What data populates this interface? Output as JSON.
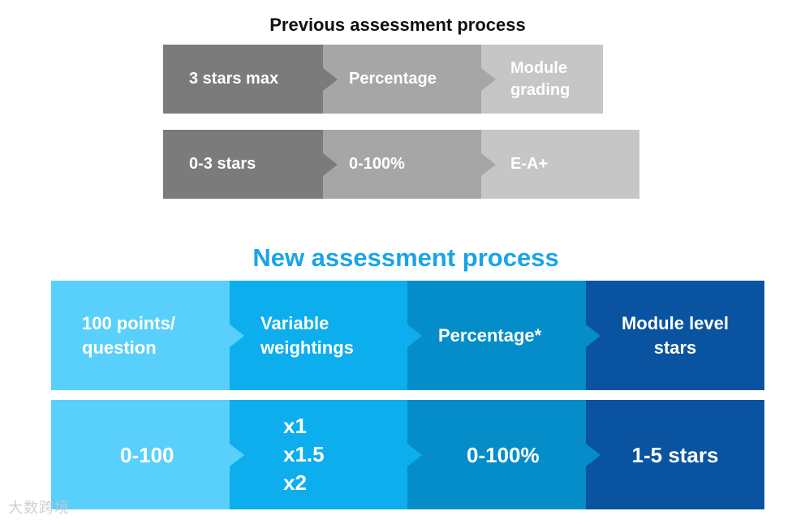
{
  "previous": {
    "title": "Previous assessment process",
    "headers": [
      "3 stars max",
      "Percentage",
      "Module grading"
    ],
    "values": [
      "0-3 stars",
      "0-100%",
      "E-A+"
    ]
  },
  "new": {
    "title": "New assessment process",
    "headers": [
      "100 points/ question",
      "Variable weightings",
      "Percentage*",
      "Module level stars"
    ],
    "values": [
      "0-100",
      "x1 x1.5 x2",
      "0-100%",
      "1-5 stars"
    ],
    "weightings": [
      "x1",
      "x1.5",
      "x2"
    ]
  },
  "colors": {
    "prev_dark": "#7b7b7b",
    "prev_mid": "#a6a6a6",
    "prev_light": "#c6c6c6",
    "new_1": "#59d0fb",
    "new_2": "#0caeee",
    "new_3": "#058dca",
    "new_4": "#0a53a0",
    "title_new": "#1aa4e8"
  },
  "watermark": "大数跨境"
}
